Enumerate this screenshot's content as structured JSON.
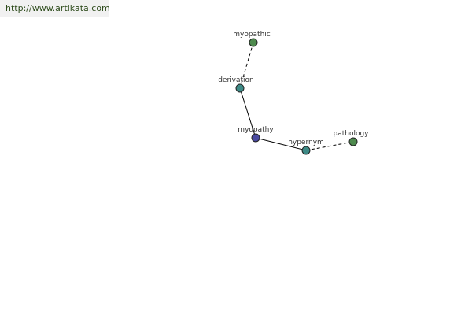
{
  "banner": {
    "url_text": "http://www.artikata.com"
  },
  "graph": {
    "nodes": [
      {
        "id": "myopathic",
        "label": "myopathic",
        "color": "#4e8a4e"
      },
      {
        "id": "derivation",
        "label": "derivation",
        "color": "#3d8a86"
      },
      {
        "id": "myopathy",
        "label": "myopathy",
        "color": "#4a4aa0"
      },
      {
        "id": "hypernym",
        "label": "hypernym",
        "color": "#3d8a86"
      },
      {
        "id": "pathology",
        "label": "pathology",
        "color": "#4e8a4e"
      }
    ],
    "edges": [
      {
        "from": "myopathic",
        "to": "derivation",
        "style": "dashed"
      },
      {
        "from": "derivation",
        "to": "myopathy",
        "style": "solid"
      },
      {
        "from": "myopathy",
        "to": "hypernym",
        "style": "solid"
      },
      {
        "from": "hypernym",
        "to": "pathology",
        "style": "dashed"
      }
    ]
  }
}
